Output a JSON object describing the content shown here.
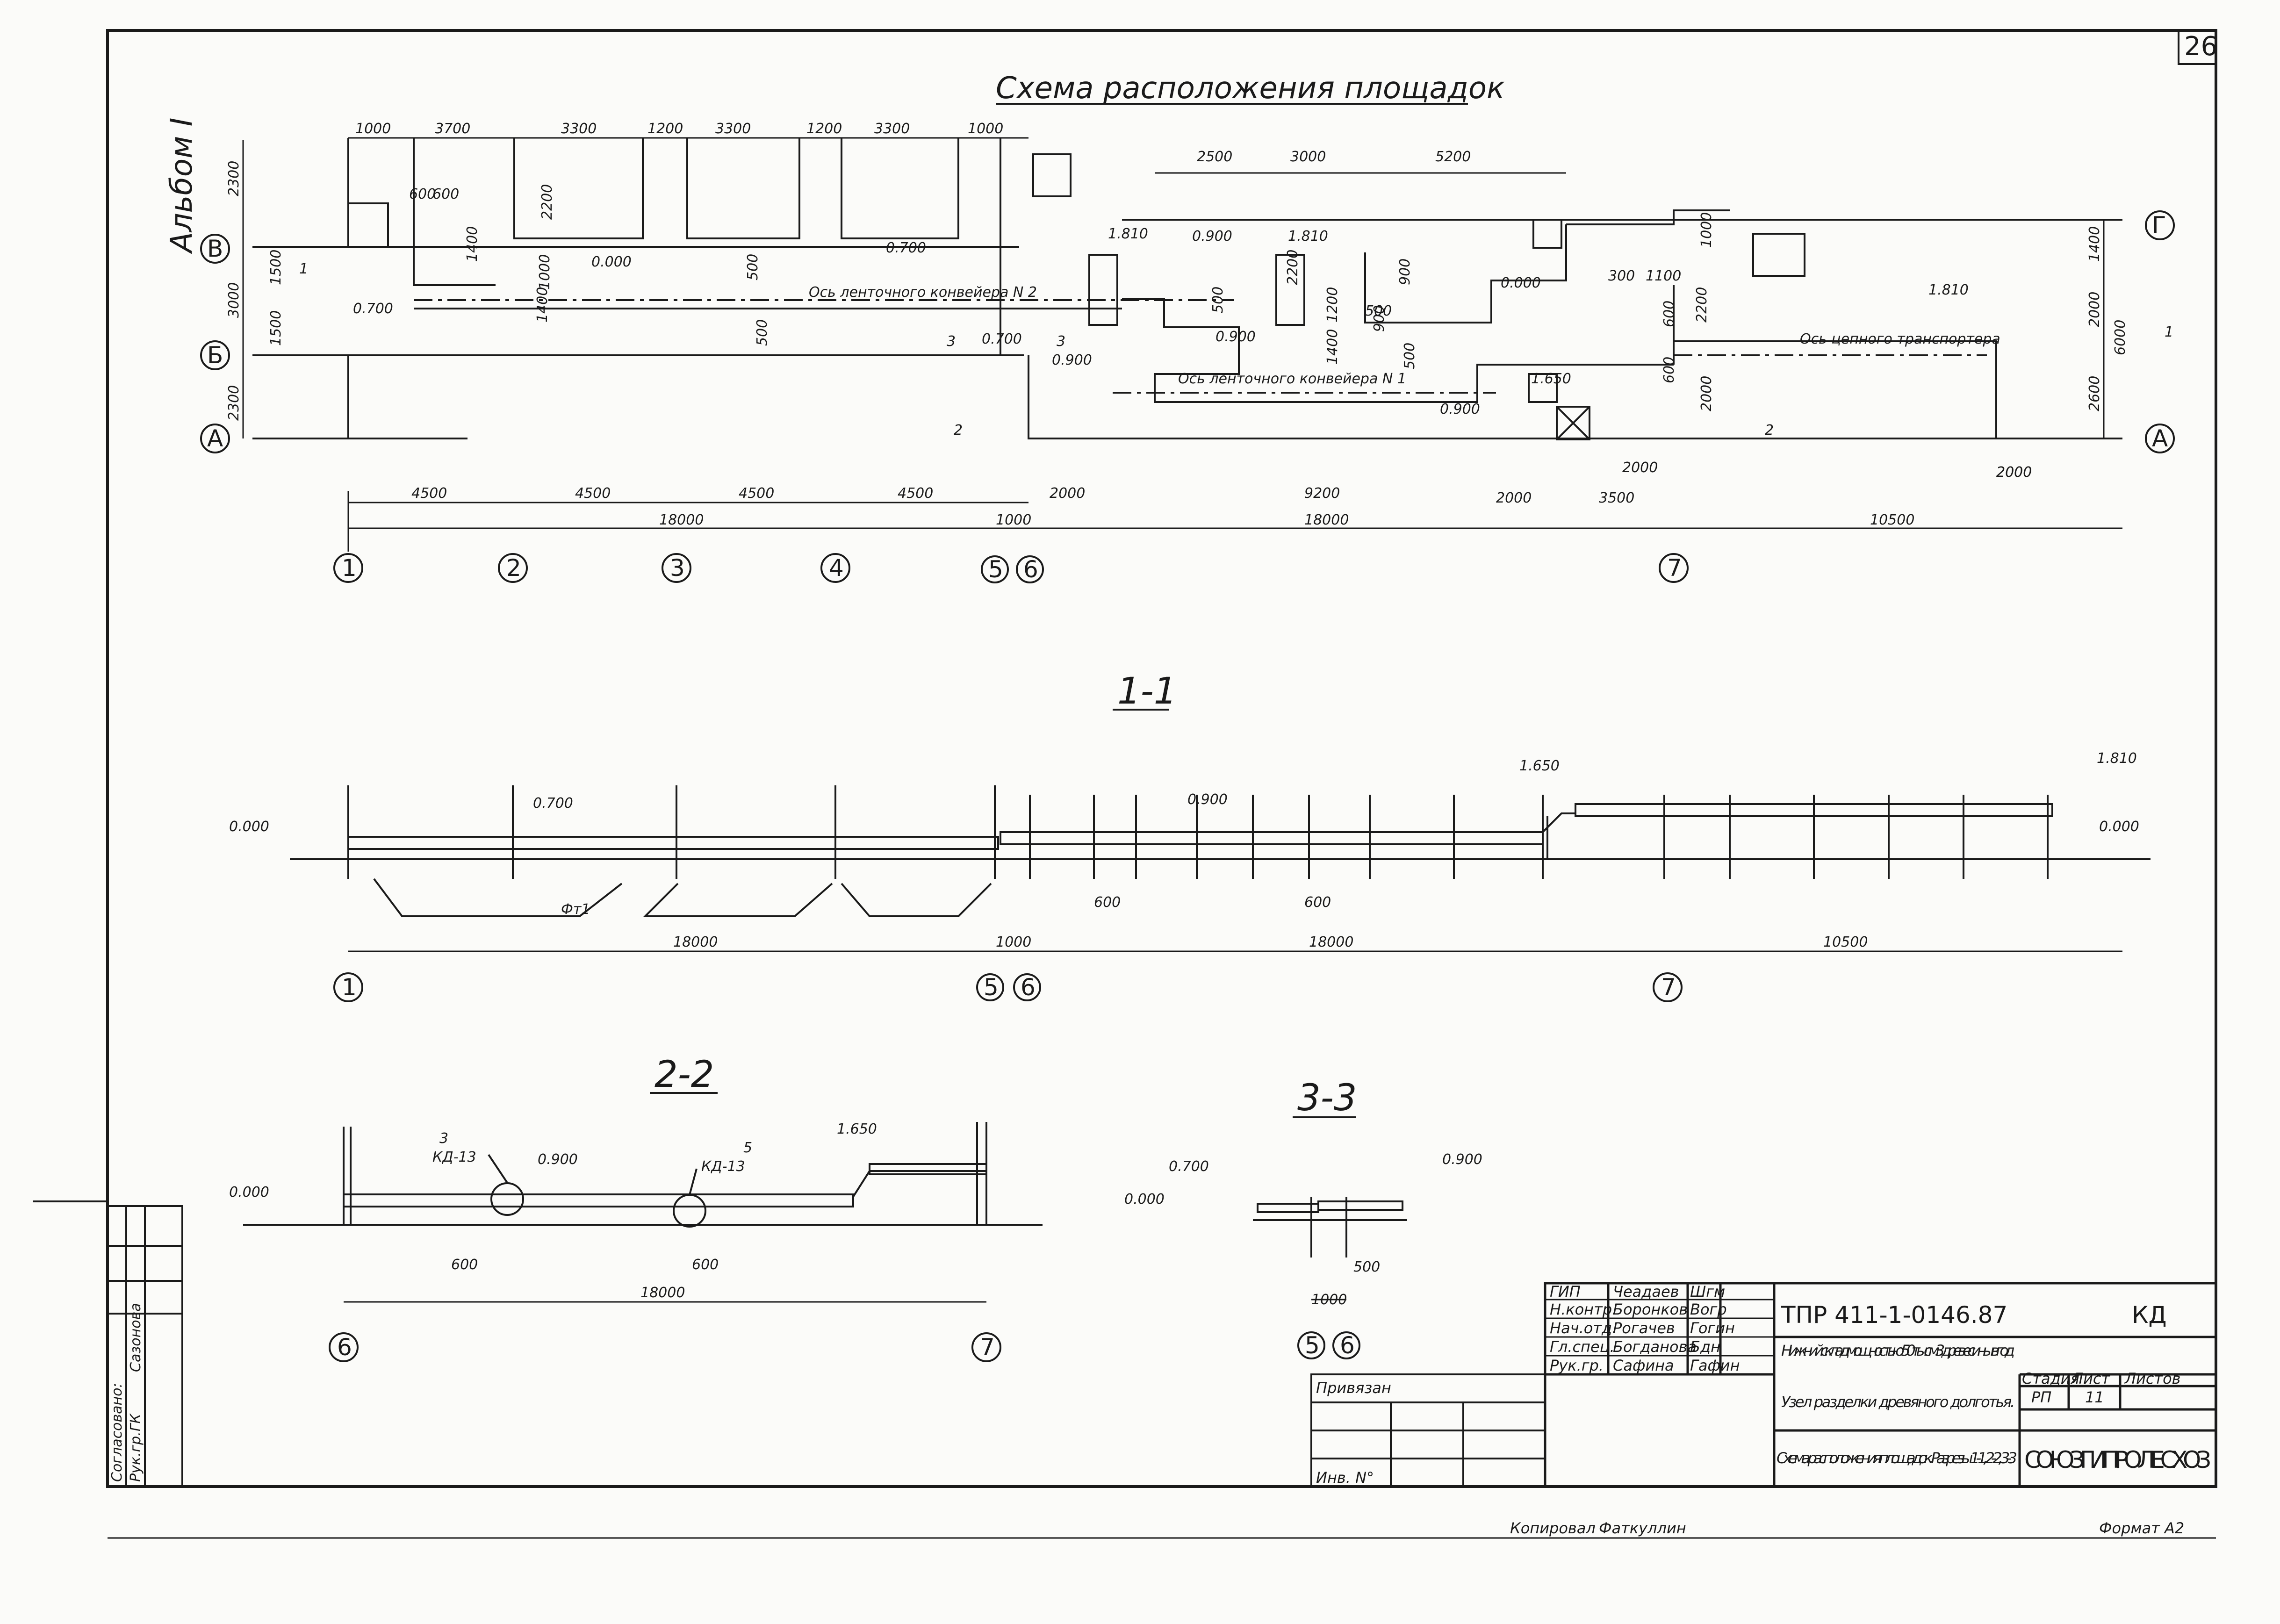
{
  "sheet_number": "26",
  "album": "Альбом I",
  "plan": {
    "title": "Схема расположения площадок",
    "row_axes": [
      "В",
      "Б",
      "А"
    ],
    "right_axes": [
      "Г",
      "А"
    ],
    "col_axes": [
      "1",
      "2",
      "3",
      "4",
      "5",
      "6",
      "7"
    ],
    "top_dims": [
      "1000",
      "3700",
      "3300",
      "1200",
      "3300",
      "1200",
      "3300",
      "1000"
    ],
    "top_dims_right": [
      "2500",
      "3000",
      "5200"
    ],
    "left_dims": [
      "2300",
      "1500",
      "3000",
      "1500",
      "2300"
    ],
    "right_dims": [
      "1400",
      "2000",
      "6000",
      "2600"
    ],
    "bottom_dims": [
      "4500",
      "4500",
      "4500",
      "4500",
      "2000",
      "9200",
      "2000",
      "3500",
      "2000"
    ],
    "total_dims": [
      "18000",
      "1000",
      "18000",
      "10500"
    ],
    "inner_dims": [
      "600",
      "600",
      "1400",
      "2200",
      "1400",
      "1000",
      "500",
      "500",
      "2200",
      "500",
      "1200",
      "1400",
      "500",
      "500",
      "900",
      "900",
      "300",
      "1100",
      "1000",
      "600",
      "600",
      "2200",
      "2000",
      "2000",
      "2000"
    ],
    "levels": [
      "0.700",
      "0.700",
      "0.000",
      "0.700",
      "1.810",
      "0.900",
      "1.810",
      "0.900",
      "0.900",
      "0.000",
      "1.650",
      "0.900",
      "1.810"
    ],
    "notes": [
      "Ось ленточного конвейера N 2",
      "Ось ленточного конвейера N 1",
      "Ось цепного транспортера"
    ],
    "cut_marks": [
      "1",
      "1",
      "2",
      "2",
      "3",
      "3"
    ]
  },
  "section_1_1": {
    "title": "1-1",
    "levels": [
      "0.000",
      "0.700",
      "0.900",
      "1.650",
      "1.810",
      "0.000"
    ],
    "labels": [
      "Фт1",
      "600",
      "600"
    ],
    "dims": [
      "18000",
      "1000",
      "18000",
      "10500"
    ],
    "axes": [
      "1",
      "5",
      "6",
      "7"
    ]
  },
  "section_2_2": {
    "title": "2-2",
    "levels": [
      "0.000",
      "0.900",
      "1.650"
    ],
    "callouts": [
      {
        "num": "3",
        "ref": "КД-13"
      },
      {
        "num": "5",
        "ref": "КД-13"
      }
    ],
    "dims": [
      "600",
      "600",
      "18000"
    ],
    "axes": [
      "6",
      "7"
    ]
  },
  "section_3_3": {
    "title": "3-3",
    "levels": [
      "0.700",
      "0.000",
      "0.900"
    ],
    "dims": [
      "500",
      "1000"
    ],
    "axes": [
      "5",
      "6"
    ]
  },
  "approval": {
    "title": "Согласовано:",
    "rows": [
      "Рук.гр.ГК",
      "Сазонова"
    ]
  },
  "binding": {
    "label": "Привязан",
    "inv": "Инв. N°"
  },
  "stamp": {
    "people": [
      {
        "role": "ГИП",
        "name": "Чеадаев"
      },
      {
        "role": "Н.контр.",
        "name": "Боронков"
      },
      {
        "role": "Нач.отд.",
        "name": "Рогачев"
      },
      {
        "role": "Гл.спец.",
        "name": "Богданова"
      },
      {
        "role": "Рук.гр.",
        "name": "Сафина"
      }
    ],
    "signatures": [
      "Шгм",
      "Вогр",
      "Гогин",
      "Бдн",
      "Гафин"
    ],
    "code": "ТПР 411-1-0146.87",
    "mark": "КД",
    "object": "Нижний склад мощностью 50тыс.м3 древесины в год",
    "stage_hdr": "Стадия",
    "sheet_hdr": "Лист",
    "sheets_hdr": "Листов",
    "stage": "РП",
    "sheet": "11",
    "unit": "Узел разделки древяного долготья.",
    "content": "Схема расположения площадок. Разрезы 1-1, 2-2, 3-3",
    "org": "СОЮЗГИПРОЛЕСХОЗ"
  },
  "copied": "Копировал",
  "copied_by": "Фаткуллин",
  "format": "Формат А2"
}
